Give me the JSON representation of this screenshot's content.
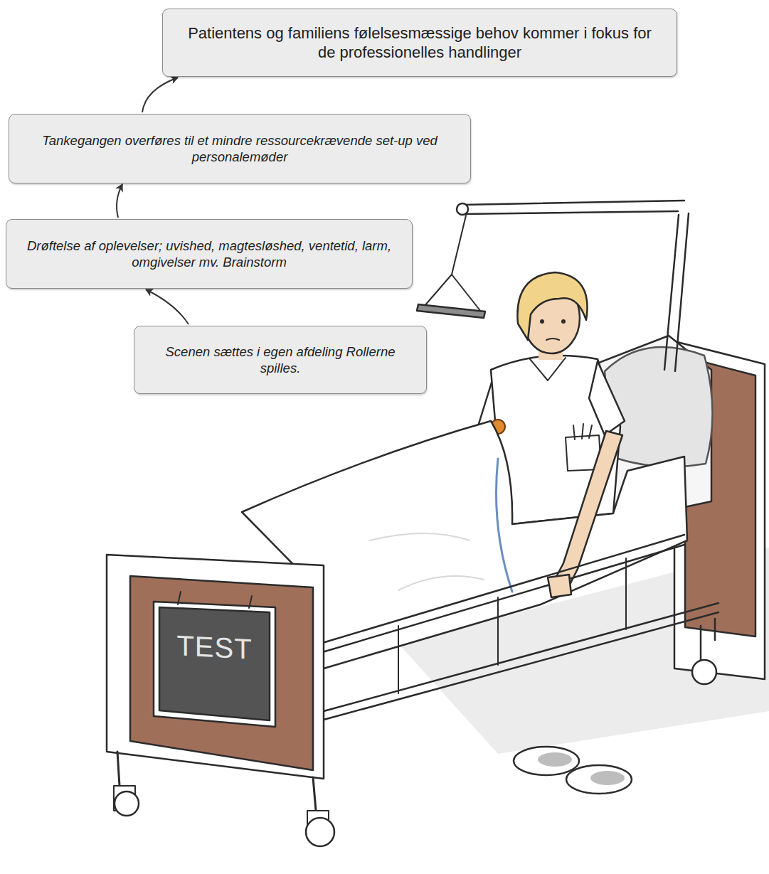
{
  "diagram": {
    "nodes": [
      {
        "text": [
          "Patientens og familiens følelsesmæssige behov kommer i fokus for de professionelles handlinger"
        ]
      },
      {
        "text": [
          "Tankegangen overføres til et mindre ressourcekrævende set-up ved personalemøder"
        ]
      },
      {
        "text": [
          "Drøftelse af oplevelser; uvished, magtesløshed, ventetid, larm, omgivelser mv. Brainstorm"
        ]
      },
      {
        "text": [
          "Scenen sættes i egen afdeling Rollerne spilles."
        ]
      }
    ],
    "edges": [
      {
        "from": 3,
        "to": 2,
        "arrow": "to"
      },
      {
        "from": 2,
        "to": 1,
        "arrow": "to"
      },
      {
        "from": 1,
        "to": 0,
        "arrow": "to"
      }
    ],
    "labels": [
      "TEST"
    ]
  }
}
